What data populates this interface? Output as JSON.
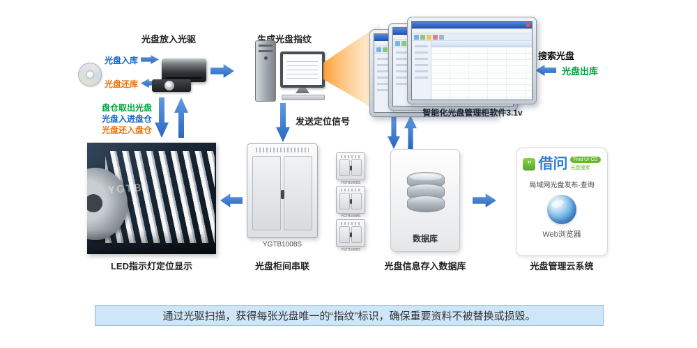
{
  "colors": {
    "arrow_blue": "#3a7bd0",
    "blue_text": "#1467c5",
    "orange_text": "#e8720a",
    "green_text": "#00a13a",
    "banner_bg": "#cfe5f8"
  },
  "top": {
    "drive_title": "光盘放入光驱",
    "disc_in": "光盘入库",
    "disc_return": "光盘还库",
    "fingerprint_title": "生成光盘指纹",
    "software_title": "智能化光盘管理柜软件3.1v",
    "search_label": "搜索光盘",
    "disc_out": "光盘出库"
  },
  "middle": {
    "take_out": "盘仓取出光盘",
    "put_in": "光盘入进盘仓",
    "return_in": "光盘还入盘仓",
    "send_signal": "发送定位信号"
  },
  "bottom": {
    "led_caption": "LED指示灯定位显示",
    "led_watermark": "YGTB",
    "cabinet_model": "YGTB1008S",
    "cabinet_caption": "光盘柜间串联",
    "database_name": "数据库",
    "database_caption": "光盘信息存入数据库",
    "cloud_caption": "光盘管理云系统",
    "cloud_brand": "借问",
    "cloud_badge": "Find Ur CD",
    "cloud_badge_sub": "光盘搜索",
    "cloud_desc": "局域网光盘发布·查询",
    "cloud_browser": "Web浏览器"
  },
  "banner": "通过光驱扫描，获得每张光盘唯一的“指纹”标识，确保重要资料不被替换或损毁。"
}
